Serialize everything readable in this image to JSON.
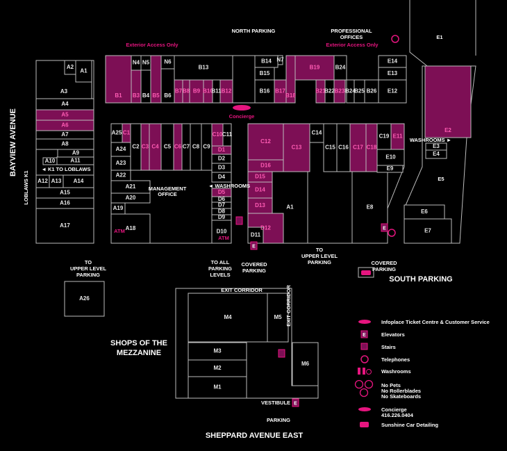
{
  "colors": {
    "highlight": "#7d0f55",
    "accent": "#e6157f",
    "outline": "#bdbdbd",
    "background": "#000000"
  },
  "stores": [
    {
      "id": "A1",
      "highlighted": false
    },
    {
      "id": "A2",
      "highlighted": false
    },
    {
      "id": "A3",
      "highlighted": false
    },
    {
      "id": "A4",
      "highlighted": false
    },
    {
      "id": "A5",
      "highlighted": true
    },
    {
      "id": "A6",
      "highlighted": true
    },
    {
      "id": "A7",
      "highlighted": false
    },
    {
      "id": "A8",
      "highlighted": false
    },
    {
      "id": "A9",
      "highlighted": false
    },
    {
      "id": "A10",
      "highlighted": false
    },
    {
      "id": "A11",
      "highlighted": false
    },
    {
      "id": "A12",
      "highlighted": false
    },
    {
      "id": "A13",
      "highlighted": false
    },
    {
      "id": "A14",
      "highlighted": false
    },
    {
      "id": "A15",
      "highlighted": false
    },
    {
      "id": "A16",
      "highlighted": false
    },
    {
      "id": "A17",
      "highlighted": false
    },
    {
      "id": "B1",
      "highlighted": true
    },
    {
      "id": "N4",
      "highlighted": false
    },
    {
      "id": "B3",
      "highlighted": true
    },
    {
      "id": "N5",
      "highlighted": false
    },
    {
      "id": "B4",
      "highlighted": false
    },
    {
      "id": "B5",
      "highlighted": true
    },
    {
      "id": "N6",
      "highlighted": false
    },
    {
      "id": "B6",
      "highlighted": false
    },
    {
      "id": "B13",
      "highlighted": false
    },
    {
      "id": "B7",
      "highlighted": true
    },
    {
      "id": "B8",
      "highlighted": true
    },
    {
      "id": "B9",
      "highlighted": true
    },
    {
      "id": "B10",
      "highlighted": true
    },
    {
      "id": "B11",
      "highlighted": false
    },
    {
      "id": "B12",
      "highlighted": true
    },
    {
      "id": "B14",
      "highlighted": false
    },
    {
      "id": "N7",
      "highlighted": false
    },
    {
      "id": "B15",
      "highlighted": false
    },
    {
      "id": "B16",
      "highlighted": false
    },
    {
      "id": "B17",
      "highlighted": true
    },
    {
      "id": "B18",
      "highlighted": true
    },
    {
      "id": "B19",
      "highlighted": true
    },
    {
      "id": "B21",
      "highlighted": true
    },
    {
      "id": "B22",
      "highlighted": false
    },
    {
      "id": "B23",
      "highlighted": true
    },
    {
      "id": "B24",
      "highlighted": false
    },
    {
      "id": "B24 ",
      "highlighted": false
    },
    {
      "id": "B25",
      "highlighted": false
    },
    {
      "id": "B26",
      "highlighted": false
    },
    {
      "id": "E14",
      "highlighted": false
    },
    {
      "id": "E13",
      "highlighted": false
    },
    {
      "id": "E12",
      "highlighted": false
    },
    {
      "id": "E2",
      "highlighted": true
    },
    {
      "id": "A25",
      "highlighted": false
    },
    {
      "id": "C1",
      "highlighted": true
    },
    {
      "id": "C2",
      "highlighted": false
    },
    {
      "id": "C3",
      "highlighted": true
    },
    {
      "id": "C4",
      "highlighted": true
    },
    {
      "id": "C5",
      "highlighted": false
    },
    {
      "id": "C6",
      "highlighted": true
    },
    {
      "id": "C7",
      "highlighted": false
    },
    {
      "id": "C8",
      "highlighted": false
    },
    {
      "id": "C9",
      "highlighted": false
    },
    {
      "id": "C10",
      "highlighted": true
    },
    {
      "id": "C11",
      "highlighted": false
    },
    {
      "id": "D1",
      "highlighted": true
    },
    {
      "id": "D2",
      "highlighted": false
    },
    {
      "id": "D3",
      "highlighted": false
    },
    {
      "id": "D4",
      "highlighted": false
    },
    {
      "id": "D5",
      "highlighted": true
    },
    {
      "id": "D6",
      "highlighted": false
    },
    {
      "id": "D7",
      "highlighted": false
    },
    {
      "id": "D8",
      "highlighted": false
    },
    {
      "id": "D9",
      "highlighted": false
    },
    {
      "id": "D10",
      "highlighted": false
    },
    {
      "id": "A24",
      "highlighted": false
    },
    {
      "id": "A23",
      "highlighted": false
    },
    {
      "id": "A22",
      "highlighted": false
    },
    {
      "id": "A21",
      "highlighted": false
    },
    {
      "id": "A20",
      "highlighted": false
    },
    {
      "id": "A19",
      "highlighted": false
    },
    {
      "id": "A18",
      "highlighted": false
    },
    {
      "id": "C12",
      "highlighted": true
    },
    {
      "id": "D16",
      "highlighted": true
    },
    {
      "id": "C13",
      "highlighted": true
    },
    {
      "id": "C14",
      "highlighted": false
    },
    {
      "id": "C15",
      "highlighted": false
    },
    {
      "id": "C16",
      "highlighted": false
    },
    {
      "id": "C17",
      "highlighted": true
    },
    {
      "id": "C18",
      "highlighted": true
    },
    {
      "id": "C19",
      "highlighted": false
    },
    {
      "id": "E11",
      "highlighted": true
    },
    {
      "id": "E10",
      "highlighted": false
    },
    {
      "id": "E9",
      "highlighted": false
    },
    {
      "id": "D15",
      "highlighted": true
    },
    {
      "id": "D14",
      "highlighted": true
    },
    {
      "id": "D13",
      "highlighted": true
    },
    {
      "id": "D12",
      "highlighted": true
    },
    {
      "id": "D11",
      "highlighted": false
    },
    {
      "id": "A1 ",
      "highlighted": false
    },
    {
      "id": "E8",
      "highlighted": false
    },
    {
      "id": "E3",
      "highlighted": false
    },
    {
      "id": "E4",
      "highlighted": false
    },
    {
      "id": "E6",
      "highlighted": false
    },
    {
      "id": "E7",
      "highlighted": false
    },
    {
      "id": "A26",
      "highlighted": false
    },
    {
      "id": "M4",
      "highlighted": false
    },
    {
      "id": "M5",
      "highlighted": false
    },
    {
      "id": "M3",
      "highlighted": false
    },
    {
      "id": "M2",
      "highlighted": false
    },
    {
      "id": "M1",
      "highlighted": false
    },
    {
      "id": "M6",
      "highlighted": false
    }
  ],
  "open_labels": {
    "E1": "E1",
    "E5": "E5"
  },
  "labels": {
    "north_parking": "NORTH PARKING",
    "professional_offices_1": "PROFESSIONAL",
    "professional_offices_2": "OFFICES",
    "exterior_access_left": "Exterior Access Only",
    "exterior_access_right": "Exterior Access Only",
    "concierge": "Concierge",
    "bayview": "BAYVIEW AVENUE",
    "loblaws_k1": "LOBLAWS K1",
    "k1_to_loblaws": "◄ K1 TO LOBLAWS",
    "management_1": "MANAGEMENT",
    "management_2": "OFFICE",
    "washrooms_mid": "◄ WASHROOMS",
    "washrooms_right": "WASHROOMS ►",
    "atm_1": "ATM",
    "atm_2": "ATM",
    "to_upper_left": [
      "TO",
      "UPPER LEVEL",
      "PARKING"
    ],
    "to_upper_mid": [
      "TO",
      "UPPER LEVEL",
      "PARKING"
    ],
    "to_all": [
      "TO ALL",
      "PARKING",
      "LEVELS"
    ],
    "covered_mid": [
      "COVERED",
      "PARKING"
    ],
    "covered_right": [
      "COVERED",
      "PARKING"
    ],
    "south_parking": "SOUTH PARKING",
    "mezzanine_1": "SHOPS OF THE",
    "mezzanine_2": "MEZZANINE",
    "exit_corridor_top": "EXIT CORRIDOR",
    "exit_corridor_side": "EXIT CORRIDOR",
    "vestibule": "VESTIBULE",
    "parking": "PARKING",
    "sheppard": "SHEPPARD AVENUE EAST"
  },
  "legend": [
    {
      "icon": "infoplace-icon",
      "lines": [
        "Infoplace Ticket Centre & Customer Service"
      ]
    },
    {
      "icon": "elevator-icon",
      "lines": [
        "Elevators"
      ]
    },
    {
      "icon": "stairs-icon",
      "lines": [
        "Stairs"
      ]
    },
    {
      "icon": "telephone-icon",
      "lines": [
        "Telephones"
      ]
    },
    {
      "icon": "washroom-icon",
      "lines": [
        "Washrooms"
      ]
    },
    {
      "icon": "prohibited-icon",
      "lines": [
        "No Pets",
        "No Rollerblades",
        "No Skateboards"
      ]
    },
    {
      "icon": "concierge-icon",
      "lines": [
        "Concierge",
        "416.226.0404"
      ]
    },
    {
      "icon": "car-icon",
      "lines": [
        "Sunshine Car Detailing"
      ]
    }
  ]
}
